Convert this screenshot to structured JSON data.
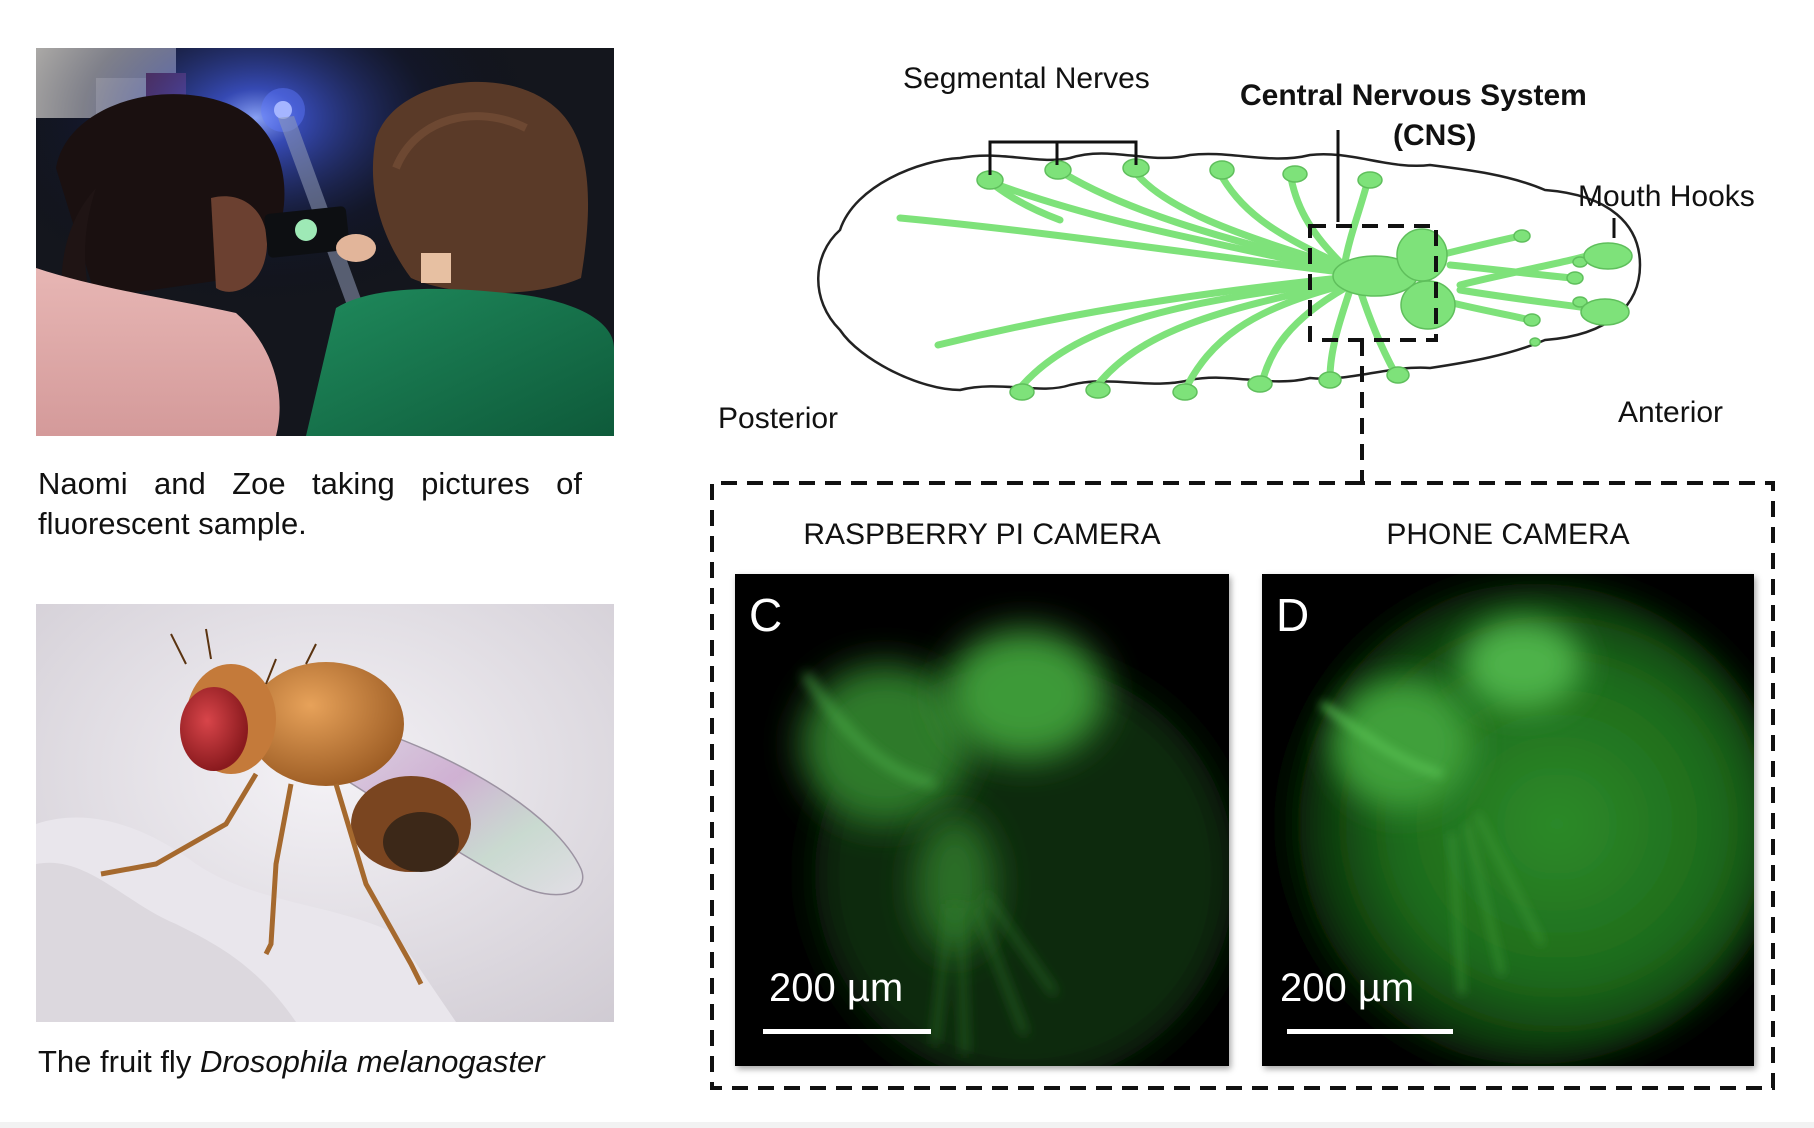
{
  "photos": {
    "lab_photo": {
      "caption": "Naomi and Zoe taking pictures of fluorescent sample."
    },
    "fly_photo": {
      "caption_prefix": "The fruit fly ",
      "caption_italic": "Drosophila melanogaster"
    }
  },
  "diagram": {
    "labels": {
      "segmental_nerves": "Segmental Nerves",
      "cns_line1": "Central Nervous System",
      "cns_line2": "(CNS)",
      "mouth_hooks": "Mouth Hooks",
      "posterior": "Posterior",
      "anterior": "Anterior"
    },
    "colors": {
      "nerve_green": "#7ee27a",
      "outline": "#222222"
    }
  },
  "cameras": {
    "left": {
      "title": "RASPBERRY PI CAMERA",
      "letter": "C",
      "scale": "200 µm"
    },
    "right": {
      "title": "PHONE CAMERA",
      "letter": "D",
      "scale": "200 µm"
    }
  }
}
